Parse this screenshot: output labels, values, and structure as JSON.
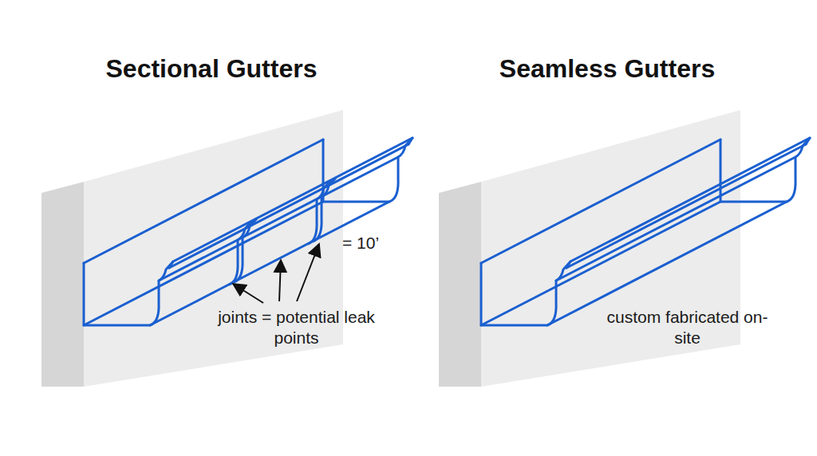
{
  "diagram": {
    "labels": [
      "Sectional Gutters",
      "Seamless Gutters",
      "= 10’",
      "joints = potential leak points",
      "custom fabricated on-site"
    ]
  }
}
